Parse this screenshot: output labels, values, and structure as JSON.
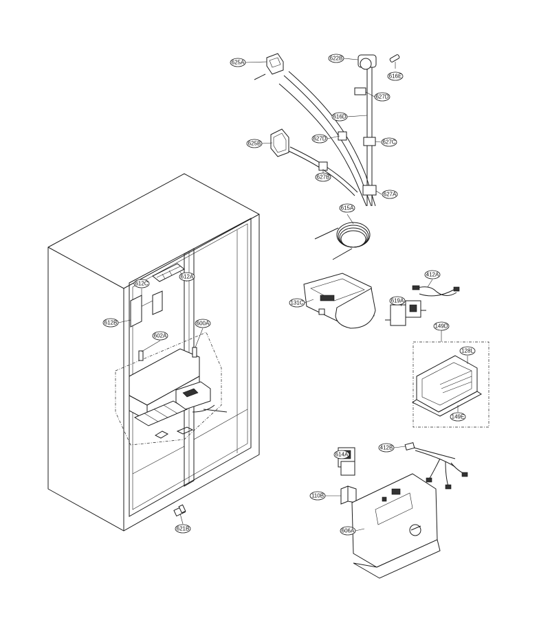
{
  "diagram": {
    "callouts": [
      {
        "id": "625A"
      },
      {
        "id": "622B"
      },
      {
        "id": "616E"
      },
      {
        "id": "627D"
      },
      {
        "id": "616D"
      },
      {
        "id": "625B"
      },
      {
        "id": "627D"
      },
      {
        "id": "627C"
      },
      {
        "id": "627B"
      },
      {
        "id": "627A"
      },
      {
        "id": "615A"
      },
      {
        "id": "412A"
      },
      {
        "id": "131C"
      },
      {
        "id": "619A"
      },
      {
        "id": "149D"
      },
      {
        "id": "128L"
      },
      {
        "id": "149E"
      },
      {
        "id": "612C"
      },
      {
        "id": "612A"
      },
      {
        "id": "612B"
      },
      {
        "id": "600A"
      },
      {
        "id": "602A"
      },
      {
        "id": "614A"
      },
      {
        "id": "412B"
      },
      {
        "id": "110B"
      },
      {
        "id": "606A"
      },
      {
        "id": "621B"
      }
    ]
  }
}
